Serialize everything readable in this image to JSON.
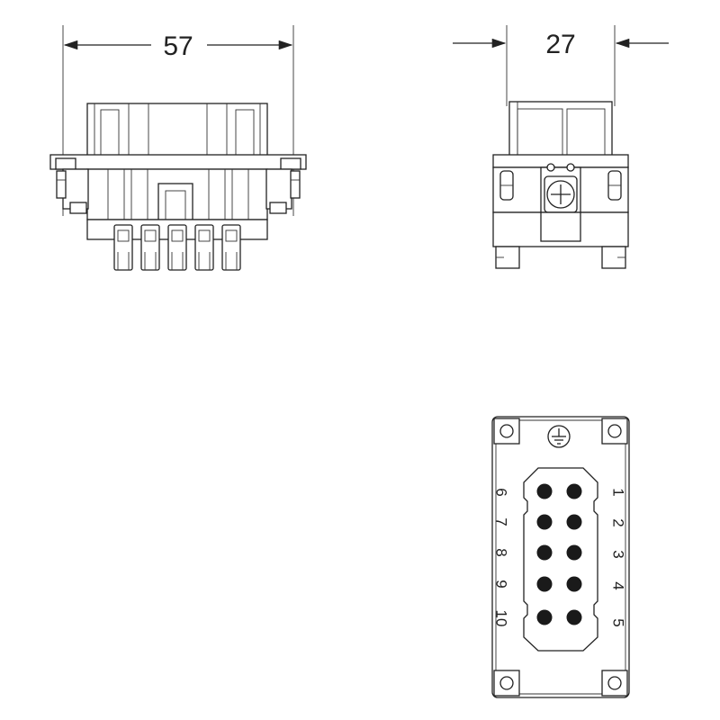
{
  "dimensions": {
    "width_label": "57",
    "depth_label": "27"
  },
  "pin_labels": {
    "left": [
      "6",
      "7",
      "8",
      "9",
      "10"
    ],
    "right": [
      "1",
      "2",
      "3",
      "4",
      "5"
    ]
  }
}
